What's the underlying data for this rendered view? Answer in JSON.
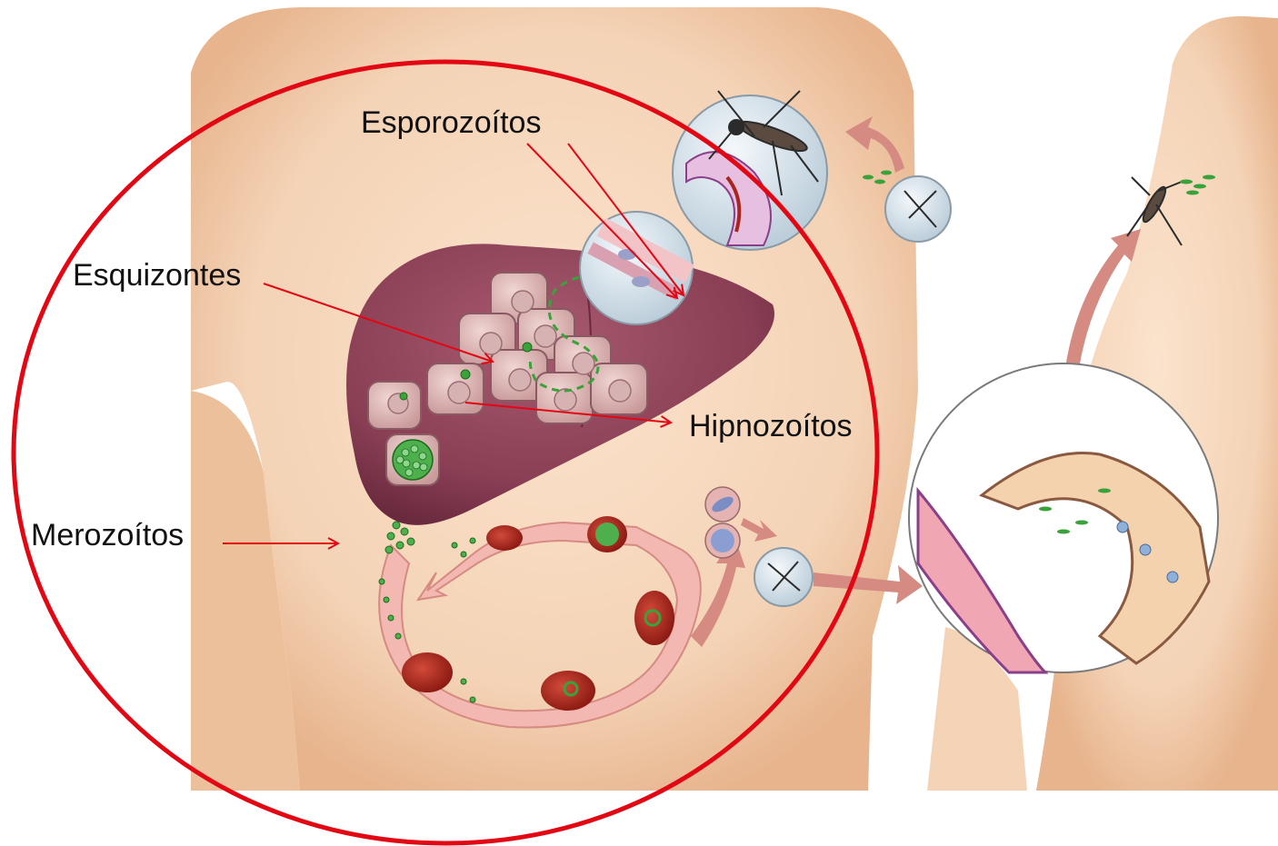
{
  "labels": {
    "sporozoites": "Esporozoítos",
    "schizonts": "Esquizontes",
    "hypnozoites": "Hipnozoítos",
    "merozoites": "Merozoítos"
  },
  "colors": {
    "skin": "#f4d3b6",
    "liver": "#8a3f55",
    "annotation": "#e30613",
    "parasite": "#3aa23a",
    "red_cell": "#a8261d"
  },
  "icons": [
    "mosquito-icon",
    "sporozoite-icon",
    "hepatocyte-icon",
    "red-blood-cell-icon",
    "gametocyte-icon"
  ]
}
